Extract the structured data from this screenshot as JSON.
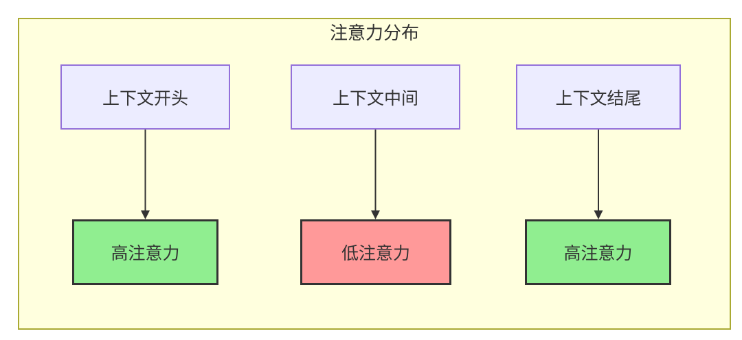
{
  "diagram": {
    "type": "flowchart",
    "title": "注意力分布",
    "columns": [
      {
        "top": {
          "label": "上下文开头"
        },
        "bottom": {
          "label": "高注意力",
          "level": "high"
        }
      },
      {
        "top": {
          "label": "上下文中间"
        },
        "bottom": {
          "label": "低注意力",
          "level": "low"
        }
      },
      {
        "top": {
          "label": "上下文结尾"
        },
        "bottom": {
          "label": "高注意力",
          "level": "high"
        }
      }
    ],
    "edges": [
      {
        "from": "上下文开头",
        "to": "高注意力"
      },
      {
        "from": "上下文中间",
        "to": "低注意力"
      },
      {
        "from": "上下文结尾",
        "to": "高注意力"
      }
    ],
    "colors": {
      "cluster_bg": "#ffffde",
      "cluster_border": "#aaaa33",
      "top_fill": "#ececff",
      "top_border": "#9370db",
      "high_fill": "#90ee90",
      "low_fill": "#ff9999",
      "edge": "#333333",
      "ink": "#333333"
    }
  }
}
